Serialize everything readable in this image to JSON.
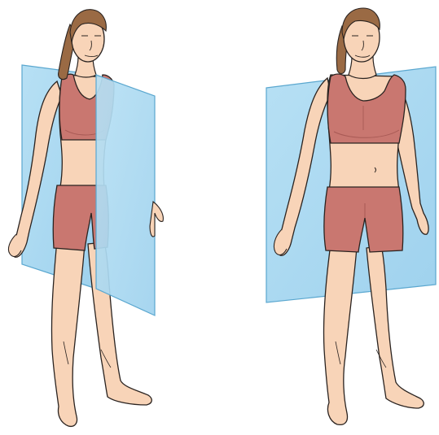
{
  "colors": {
    "background": "#ffffff",
    "skin": "#f8d4b8",
    "skin_shadow": "#e9b798",
    "outline": "#2a2320",
    "hair": "#9a6a44",
    "hair_dark": "#6e4528",
    "clothing": "#c97770",
    "clothing_dark": "#a85a55",
    "plane_fill": "#a9d8f0",
    "plane_stroke": "#5aa7cf"
  },
  "figures": [
    {
      "id": "left",
      "plane": "sagittal"
    },
    {
      "id": "right",
      "plane": "frontal"
    }
  ]
}
